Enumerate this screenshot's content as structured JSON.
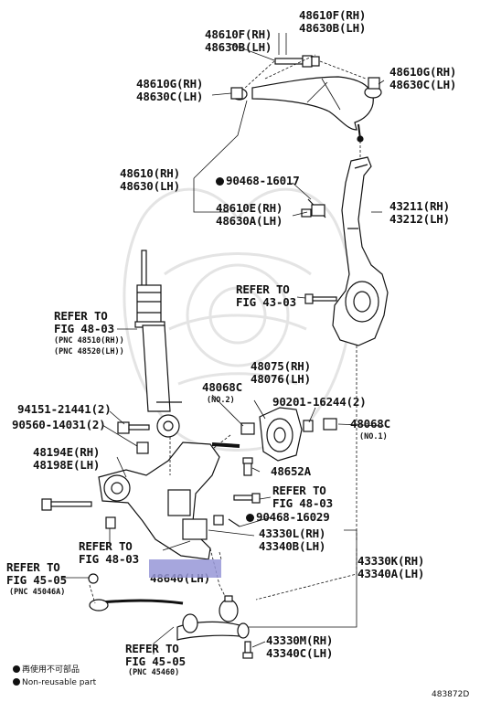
{
  "labels": {
    "upper_bolt": [
      "48610F(RH)",
      "48630B(LH)"
    ],
    "upper_arm_kit": [
      "48610F(RH)",
      "48630B(LH)"
    ],
    "upper_nut_l": [
      "48610G(RH)",
      "48630C(LH)"
    ],
    "upper_nut_r": [
      "48610G(RH)",
      "48630C(LH)"
    ],
    "upper_arm": [
      "48610(RH)",
      "48630(LH)"
    ],
    "cotter_pin": "90468-16017",
    "ball_joint_nut": [
      "48610E(RH)",
      "48630A(LH)"
    ],
    "knuckle": [
      "43211(RH)",
      "43212(LH)"
    ],
    "refer_43_03": [
      "REFER TO",
      "FIG 43-03"
    ],
    "refer_48_03_shock": [
      "REFER TO",
      "FIG 48-03"
    ],
    "pnc_shock": [
      "(PNC 48510(RH))",
      "(PNC 48520(LH))"
    ],
    "bracket_48075": [
      "48075(RH)",
      "48076(LH)"
    ],
    "bushing_48068_no2": "48068C",
    "no2": "(NO.2)",
    "bolt_94151": "94151-21441(2)",
    "nut_90560": "90560-14031(2)",
    "bolt_90201": "90201-16244(2)",
    "bushing_48068_no1": "48068C",
    "no1": "(NO.1)",
    "bushing_48194": [
      "48194E(RH)",
      "48198E(LH)"
    ],
    "bolt_48652": "48652A",
    "refer_48_03_right": [
      "REFER TO",
      "FIG 48-03"
    ],
    "cotter_pin_2": "90468-16029",
    "lower_boot": [
      "43330L(RH)",
      "43340B(LH)"
    ],
    "refer_48_03_left": [
      "REFER TO",
      "FIG 48-03"
    ],
    "lower_arm": [
      "48640(LH)"
    ],
    "ball_joint": [
      "43330K(RH)",
      "43340A(LH)"
    ],
    "refer_45_05_left": [
      "REFER TO",
      "FIG 45-05"
    ],
    "pnc_45046": "(PNC 45046A)",
    "refer_45_05_bottom": [
      "REFER TO",
      "FIG 45-05"
    ],
    "pnc_45460": "(PNC 45460)",
    "ball_joint_bolt": [
      "43330M(RH)",
      "43340C(LH)"
    ]
  },
  "legend": {
    "jp": "再使用不可部品",
    "en": "Non-reusable part"
  },
  "figure_id": "483872D"
}
